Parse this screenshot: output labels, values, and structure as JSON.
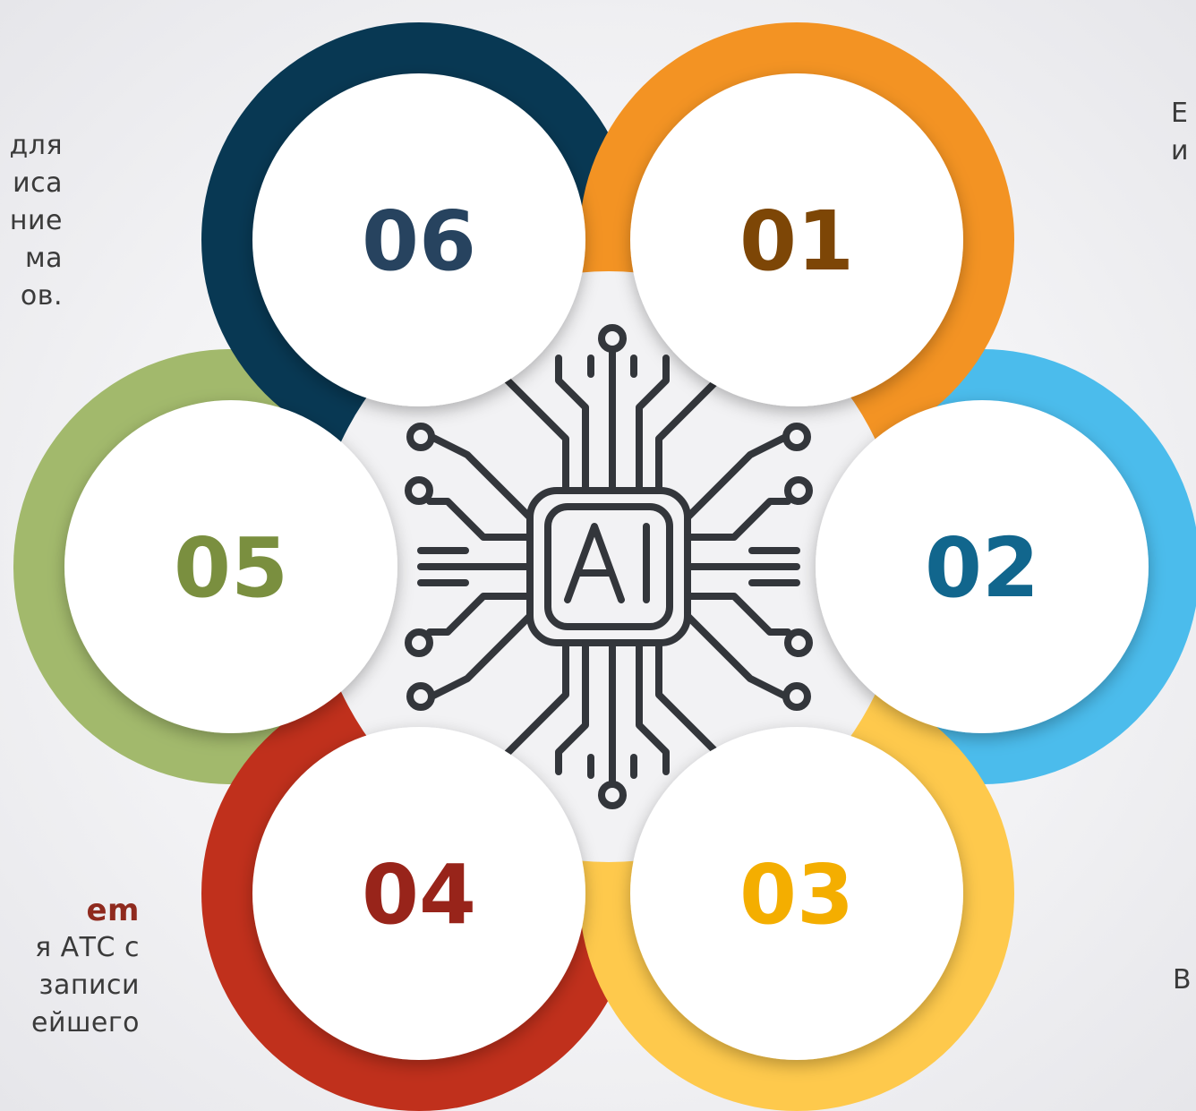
{
  "colors": {
    "ring": {
      "01": "#f39323",
      "02": "#4bbcec",
      "03": "#fec94c",
      "04": "#c0301c",
      "05": "#a2b96c",
      "06": "#083853"
    },
    "number": {
      "01": "#7d4606",
      "02": "#11668d",
      "03": "#f4ae00",
      "04": "#98241a",
      "05": "#7a8f3f",
      "06": "#27435f"
    },
    "hub": "#33363b",
    "circle": "#ffffff"
  },
  "center": {
    "label": "AI",
    "icon": "ai-chip-circuit-icon"
  },
  "items": [
    {
      "id": "01",
      "number": "01"
    },
    {
      "id": "02",
      "number": "02"
    },
    {
      "id": "03",
      "number": "03"
    },
    {
      "id": "04",
      "number": "04"
    },
    {
      "id": "05",
      "number": "05"
    },
    {
      "id": "06",
      "number": "06"
    }
  ],
  "side_text": {
    "top_left": [
      "для",
      "иса",
      "ние",
      "ма",
      "ов."
    ],
    "bottom_left_title": "em",
    "bottom_left": [
      "я АТС с",
      "записи",
      "ейшего"
    ],
    "top_right": [
      "Е",
      "и"
    ],
    "bottom_right": [
      "В"
    ]
  }
}
